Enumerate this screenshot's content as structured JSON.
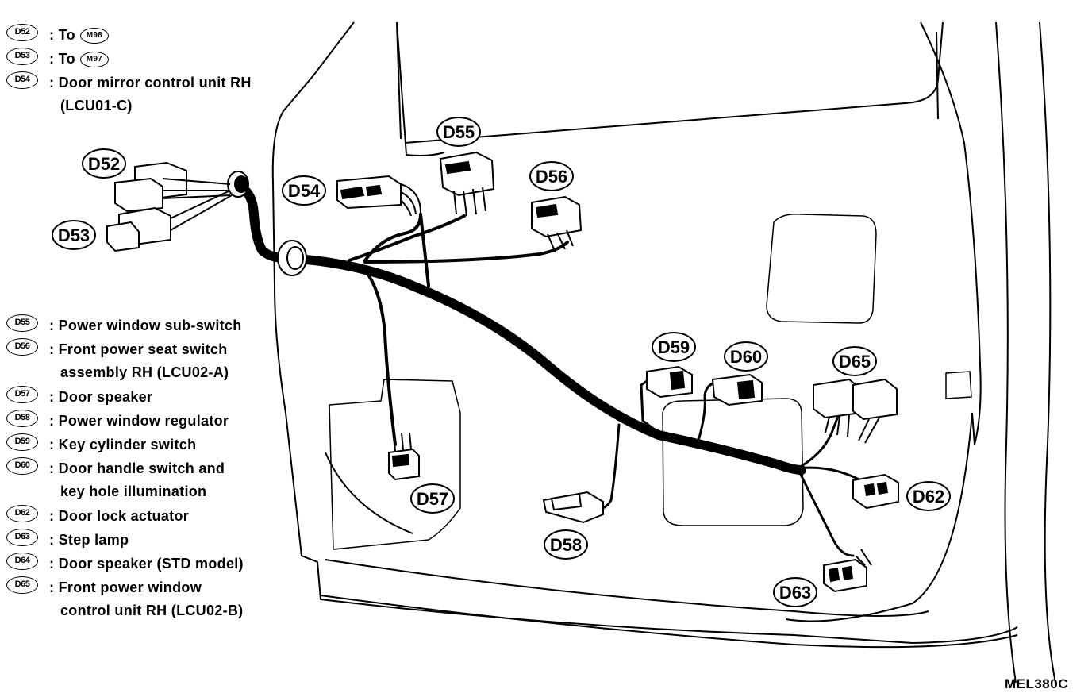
{
  "legend": [
    {
      "code": "D52",
      "text": "To",
      "ref": "M98"
    },
    {
      "code": "D53",
      "text": "To",
      "ref": "M97"
    },
    {
      "code": "D54",
      "text": "Door mirror control unit RH",
      "text2": "(LCU01-C)"
    },
    {
      "code": "D55",
      "text": "Power window sub-switch"
    },
    {
      "code": "D56",
      "text": "Front power seat switch",
      "text2": "assembly RH (LCU02-A)"
    },
    {
      "code": "D57",
      "text": "Door speaker"
    },
    {
      "code": "D58",
      "text": "Power window regulator"
    },
    {
      "code": "D59",
      "text": "Key cylinder switch"
    },
    {
      "code": "D60",
      "text": "Door handle switch and",
      "text2": "key hole illumination"
    },
    {
      "code": "D62",
      "text": "Door lock actuator"
    },
    {
      "code": "D63",
      "text": "Step lamp"
    },
    {
      "code": "D64",
      "text": "Door speaker (STD model)"
    },
    {
      "code": "D65",
      "text": "Front power window",
      "text2": "control unit RH (LCU02-B)"
    }
  ],
  "callouts": {
    "d52": "D52",
    "d53": "D53",
    "d54": "D54",
    "d55": "D55",
    "d56": "D56",
    "d57": "D57",
    "d58": "D58",
    "d59": "D59",
    "d60": "D60",
    "d62": "D62",
    "d63": "D63",
    "d65": "D65"
  },
  "separator": ":",
  "figure_code": "MEL380C"
}
